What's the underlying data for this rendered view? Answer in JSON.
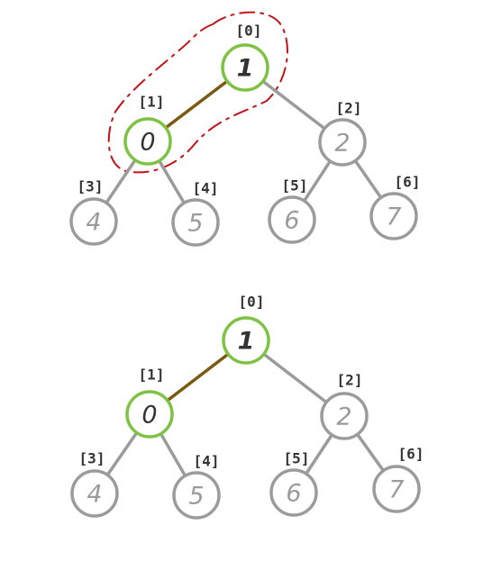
{
  "colors": {
    "highlight_circle": "#7dc242",
    "highlight_edge": "#7a5a10",
    "dim": "#9b9b9b",
    "dark_text": "#333333",
    "marker": "#c0151a"
  },
  "diagrams": [
    {
      "selection_outline": true,
      "nodes": [
        {
          "index": "[0]",
          "value": "1",
          "state": "active",
          "bold": true
        },
        {
          "index": "[1]",
          "value": "0",
          "state": "active",
          "bold": false
        },
        {
          "index": "[2]",
          "value": "2",
          "state": "dim",
          "bold": false
        },
        {
          "index": "[3]",
          "value": "4",
          "state": "dim",
          "bold": false
        },
        {
          "index": "[4]",
          "value": "5",
          "state": "dim",
          "bold": false
        },
        {
          "index": "[5]",
          "value": "6",
          "state": "dim",
          "bold": false
        },
        {
          "index": "[6]",
          "value": "7",
          "state": "dim",
          "bold": false
        }
      ],
      "edges": [
        {
          "from": 0,
          "to": 1,
          "state": "active"
        },
        {
          "from": 0,
          "to": 2,
          "state": "dim"
        },
        {
          "from": 1,
          "to": 3,
          "state": "dim"
        },
        {
          "from": 1,
          "to": 4,
          "state": "dim"
        },
        {
          "from": 2,
          "to": 5,
          "state": "dim"
        },
        {
          "from": 2,
          "to": 6,
          "state": "dim"
        }
      ]
    },
    {
      "selection_outline": false,
      "nodes": [
        {
          "index": "[0]",
          "value": "1",
          "state": "active",
          "bold": true
        },
        {
          "index": "[1]",
          "value": "0",
          "state": "active",
          "bold": false
        },
        {
          "index": "[2]",
          "value": "2",
          "state": "dim",
          "bold": false
        },
        {
          "index": "[3]",
          "value": "4",
          "state": "dim",
          "bold": false
        },
        {
          "index": "[4]",
          "value": "5",
          "state": "dim",
          "bold": false
        },
        {
          "index": "[5]",
          "value": "6",
          "state": "dim",
          "bold": false
        },
        {
          "index": "[6]",
          "value": "7",
          "state": "dim",
          "bold": false
        }
      ],
      "edges": [
        {
          "from": 0,
          "to": 1,
          "state": "active"
        },
        {
          "from": 0,
          "to": 2,
          "state": "dim"
        },
        {
          "from": 1,
          "to": 3,
          "state": "dim"
        },
        {
          "from": 1,
          "to": 4,
          "state": "dim"
        },
        {
          "from": 2,
          "to": 5,
          "state": "dim"
        },
        {
          "from": 2,
          "to": 6,
          "state": "dim"
        }
      ]
    }
  ]
}
